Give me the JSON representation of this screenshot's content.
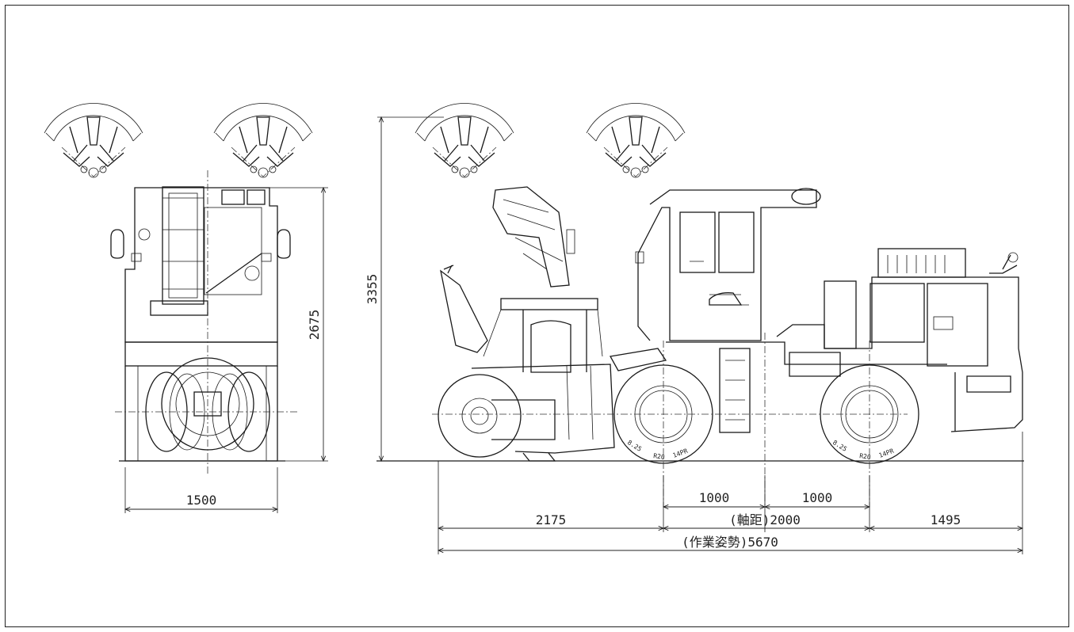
{
  "dimensions": {
    "front_width": "1500",
    "front_height": "2675",
    "overall_height": "3355",
    "front_overhang": "2175",
    "half_wheelbase_front": "1000",
    "half_wheelbase_rear": "1000",
    "wheelbase": "(軸距)2000",
    "rear_overhang": "1495",
    "overall_length": "(作業姿勢)5670"
  },
  "tire_markings": {
    "front_tire": [
      "8.25",
      "R20",
      "14PR"
    ],
    "rear_tire": [
      "8.25",
      "R20",
      "14PR"
    ]
  }
}
